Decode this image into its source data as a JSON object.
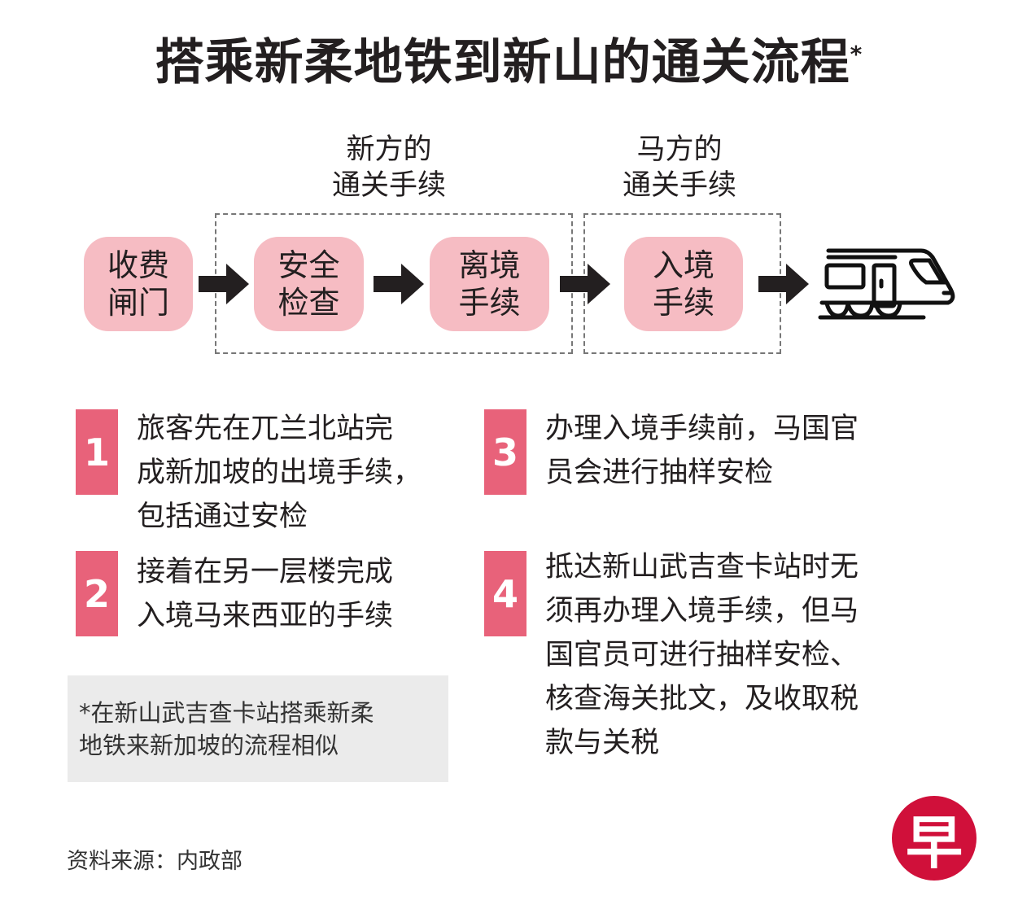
{
  "title": "搭乘新柔地铁到新山的通关流程",
  "title_mark": "*",
  "groups": {
    "sg": "新方的\n通关手续",
    "my": "马方的\n通关手续"
  },
  "steps": [
    "收费\n闸门",
    "安全\n检查",
    "离境\n手续",
    "入境\n手续"
  ],
  "notes": [
    {
      "num": "1",
      "text": "旅客先在兀兰北站完\n成新加坡的出境手续，\n包括通过安检"
    },
    {
      "num": "2",
      "text": "接着在另一层楼完成\n入境马来西亚的手续"
    },
    {
      "num": "3",
      "text": "办理入境手续前，马国官\n员会进行抽样安检"
    },
    {
      "num": "4",
      "text": "抵达新山武吉查卡站时无\n须再办理入境手续，但马\n国官员可进行抽样安检、\n核查海关批文，及收取税\n款与关税"
    }
  ],
  "footnote": "*在新山武吉查卡站搭乘新柔\n  地铁来新加坡的流程相似",
  "source": "资料来源：内政部",
  "logo": "早",
  "colors": {
    "step": "#f6bcc3",
    "badge": "#e8627a",
    "logo": "#d0103a"
  }
}
